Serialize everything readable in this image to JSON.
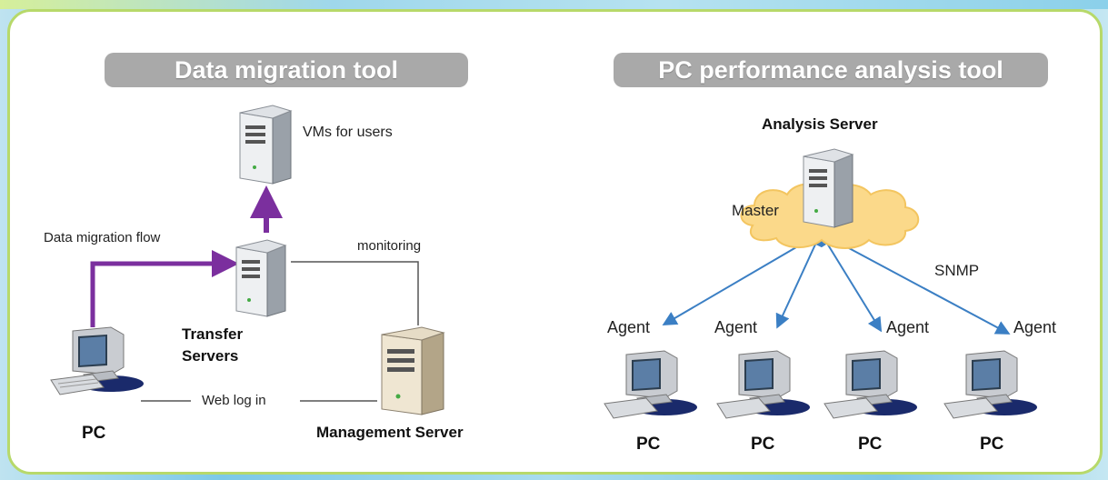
{
  "left_panel": {
    "title": "Data migration tool",
    "vms_label": "VMs for users",
    "flow_label": "Data migration flow",
    "monitoring_label": "monitoring",
    "transfer_label_line1": "Transfer",
    "transfer_label_line2": "Servers",
    "web_login_label": "Web log in",
    "pc_label": "PC",
    "management_label": "Management Server",
    "flow_color": "#7b2f9e"
  },
  "right_panel": {
    "title": "PC performance analysis tool",
    "analysis_label": "Analysis Server",
    "master_label": "Master",
    "snmp_label": "SNMP",
    "agents": [
      "Agent",
      "Agent",
      "Agent",
      "Agent"
    ],
    "pcs": [
      "PC",
      "PC",
      "PC",
      "PC"
    ],
    "arrow_color": "#3b7fc4",
    "cloud_color": "#fbd98a"
  }
}
